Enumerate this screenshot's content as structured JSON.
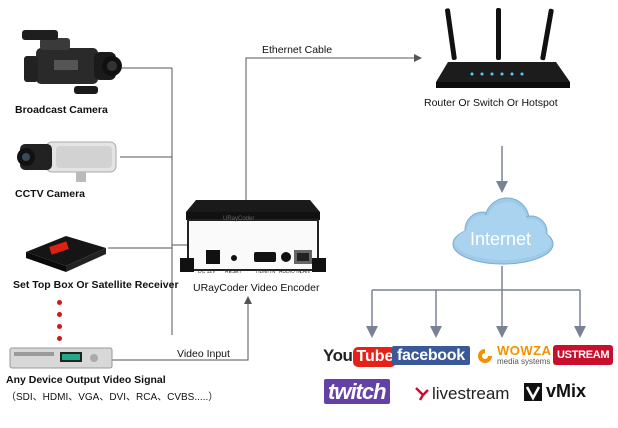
{
  "sources": [
    {
      "label": "Broadcast Camera",
      "icon": "broadcast-camera-icon"
    },
    {
      "label": "CCTV Camera",
      "icon": "cctv-camera-icon"
    },
    {
      "label": "Set Top Box Or Satellite Receiver",
      "icon": "set-top-box-icon"
    },
    {
      "label": "Any Device Output Video Signal",
      "icon": "dvd-player-icon"
    }
  ],
  "source_formats": "（SDI、HDMI、VGA、DVI、RCA、CVBS.....）",
  "encoder": {
    "label": "URayCoder Video Encoder",
    "brand": "URayCoder",
    "ports": [
      "DC 12V",
      "RESET",
      "HDMI IN",
      "AUDIO IN",
      "LAN"
    ]
  },
  "links": {
    "ethernet": "Ethernet Cable",
    "video_input": "Video Input"
  },
  "router": {
    "label": "Router Or Switch Or Hotspot"
  },
  "internet": {
    "label": "Internet"
  },
  "platforms": {
    "youtube": {
      "you": "You",
      "tube": "Tube"
    },
    "facebook": "facebook",
    "wowza": {
      "name": "WOWZA",
      "sub": "media systems"
    },
    "ustream": "USTREAM",
    "twitch": "twitch",
    "livestream": "livestream",
    "vmix": "vMix"
  },
  "colors": {
    "line": "#555555",
    "arrow": "#7a8296",
    "cloud": "#9fcbe8",
    "dots": "#d01818",
    "youtube": "#e62117",
    "facebook": "#3b5998",
    "wowza": "#f29200",
    "ustream": "#c8102e",
    "twitch": "#6441a5"
  }
}
